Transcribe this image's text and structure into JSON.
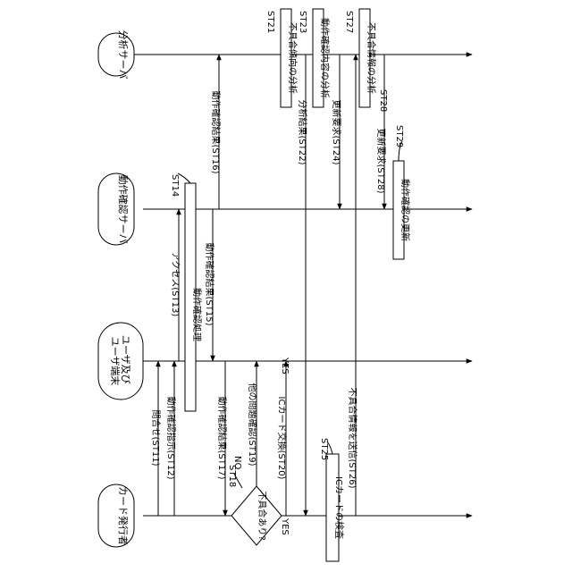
{
  "figure": {
    "lanes": {
      "analysis_server": "分析サーバ",
      "verification_server": "動作確認サーバ",
      "user_terminal": "ユーザ及び\nユーザ端末",
      "card_issuer": "カード発行者"
    },
    "steps": {
      "st11": "問合せ(ST11)",
      "st12": "動作確認指示(ST12)",
      "st13": "アクセス(ST13)",
      "st14_ref": "ST14",
      "st14": "動作確認処理",
      "st15": "動作確認結果(ST15)",
      "st16": "動作確認結果(ST16)",
      "st17": "動作確認結果(ST17)",
      "st18_ref": "ST18",
      "st18": "不具合あり?",
      "st18_no": "NO",
      "st18_yes": "YES",
      "st19": "他の問題確認(ST19)",
      "st20": "ICカード交換(ST20)",
      "st21_ref": "ST21",
      "st21": "不具合傾向の分析",
      "st22": "分析結果(ST22)",
      "st23_ref": "ST23",
      "st23": "動作確認内容の分析",
      "st24": "更新要求(ST24)",
      "st25_ref": "ST25",
      "st25": "ICカードの検査",
      "st26": "不具合情報を送信(ST26)",
      "st27_ref": "ST27",
      "st27": "不具合情報の分析",
      "st28": "更新要求(ST28)",
      "st28_ref": "ST28",
      "st29_ref": "ST29",
      "st29": "動作確認の更新"
    }
  }
}
